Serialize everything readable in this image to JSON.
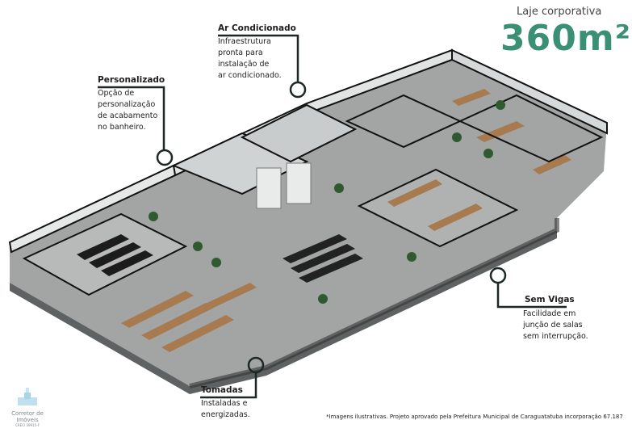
{
  "header": {
    "subtitle": "Laje corporativa",
    "area": "360m²"
  },
  "colors": {
    "accent": "#3a8f74",
    "callout_line": "#1d2826",
    "floor": "#9a9c9c",
    "wall": "#e4e6e6"
  },
  "callouts": [
    {
      "id": "ar-condicionado",
      "title": "Ar Condicionado",
      "lines": [
        "Infraestrutura",
        "pronta para",
        "instalação de",
        "ar condicionado."
      ]
    },
    {
      "id": "personalizado",
      "title": "Personalizado",
      "lines": [
        "Opção de",
        "personalização",
        "de acabamento",
        "no banheiro."
      ]
    },
    {
      "id": "sem-vigas",
      "title": "Sem Vigas",
      "lines": [
        "Facilidade em",
        "junção de salas",
        "sem interrupção."
      ]
    },
    {
      "id": "tomadas",
      "title": "Tomadas",
      "lines": [
        "Instaladas e",
        "energizadas."
      ]
    }
  ],
  "footer": {
    "disclaimer": "*Imagens ilustrativas. Projeto aprovado pela Prefeitura Municipal de Caraguatatuba incorporação 67.187"
  },
  "logo": {
    "line1": "Corretor de",
    "line2": "Imóveis",
    "line3": "CRECI 39915-F"
  }
}
